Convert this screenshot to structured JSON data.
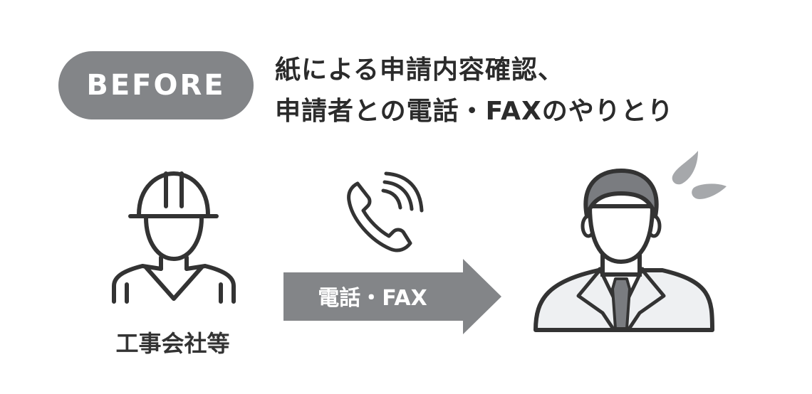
{
  "badge": {
    "label": "BEFORE"
  },
  "headline": {
    "line1": "紙による申請内容確認、",
    "line2": "申請者との電話・FAXのやりとり"
  },
  "worker": {
    "label": "工事会社等",
    "icon": "construction-worker-icon"
  },
  "arrow": {
    "label": "電話・FAX",
    "icon": "arrow-right-icon"
  },
  "phone": {
    "icon": "phone-ringing-icon"
  },
  "officer": {
    "icon": "businessman-icon",
    "sweat_icon": "sweat-drops-icon"
  },
  "colors": {
    "badge": "#838588",
    "arrow": "#838588",
    "text": "#2b2b2b",
    "stroke": "#333333",
    "hair": "#7a7c80",
    "sweat": "#a6a8ab"
  }
}
